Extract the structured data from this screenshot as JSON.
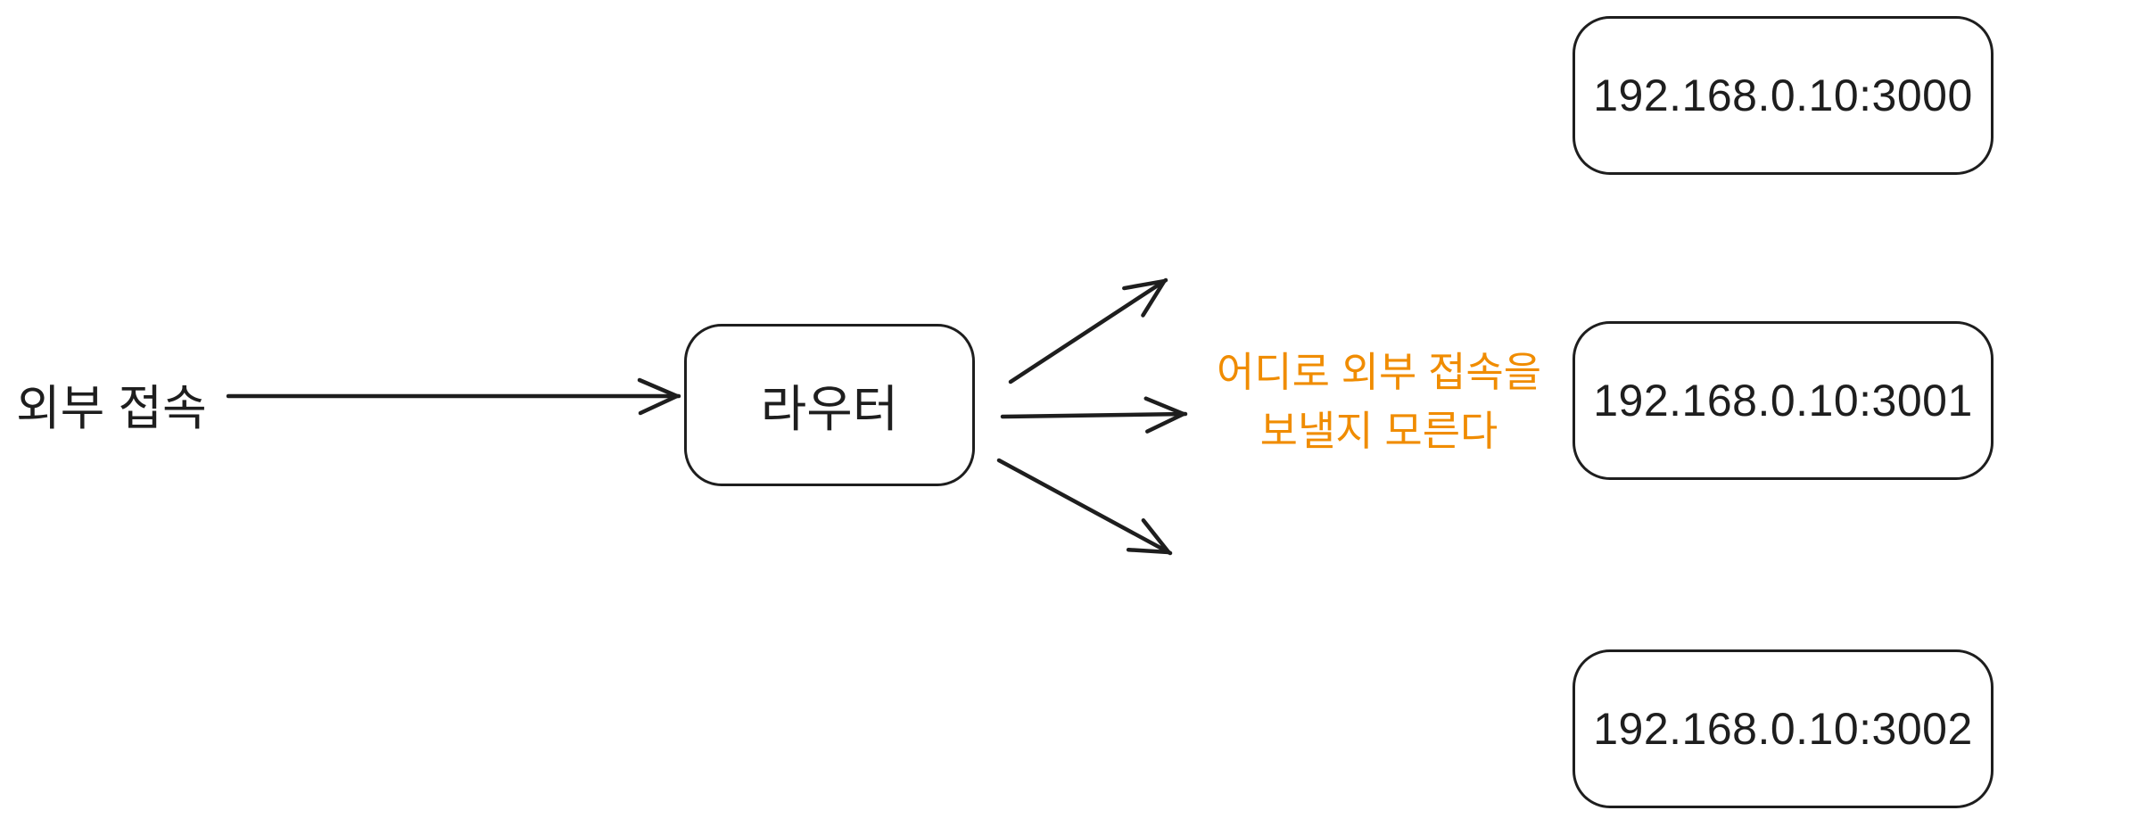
{
  "diagram": {
    "source": {
      "label": "외부 접속"
    },
    "router": {
      "label": "라우터"
    },
    "annotation": {
      "line1": "어디로 외부 접속을",
      "line2": "보낼지 모른다",
      "color": "#f08c00"
    },
    "servers": [
      {
        "label": "192.168.0.10:3000"
      },
      {
        "label": "192.168.0.10:3001"
      },
      {
        "label": "192.168.0.10:3002"
      }
    ],
    "colors": {
      "stroke": "#1e1e1e",
      "background": "#ffffff"
    }
  }
}
